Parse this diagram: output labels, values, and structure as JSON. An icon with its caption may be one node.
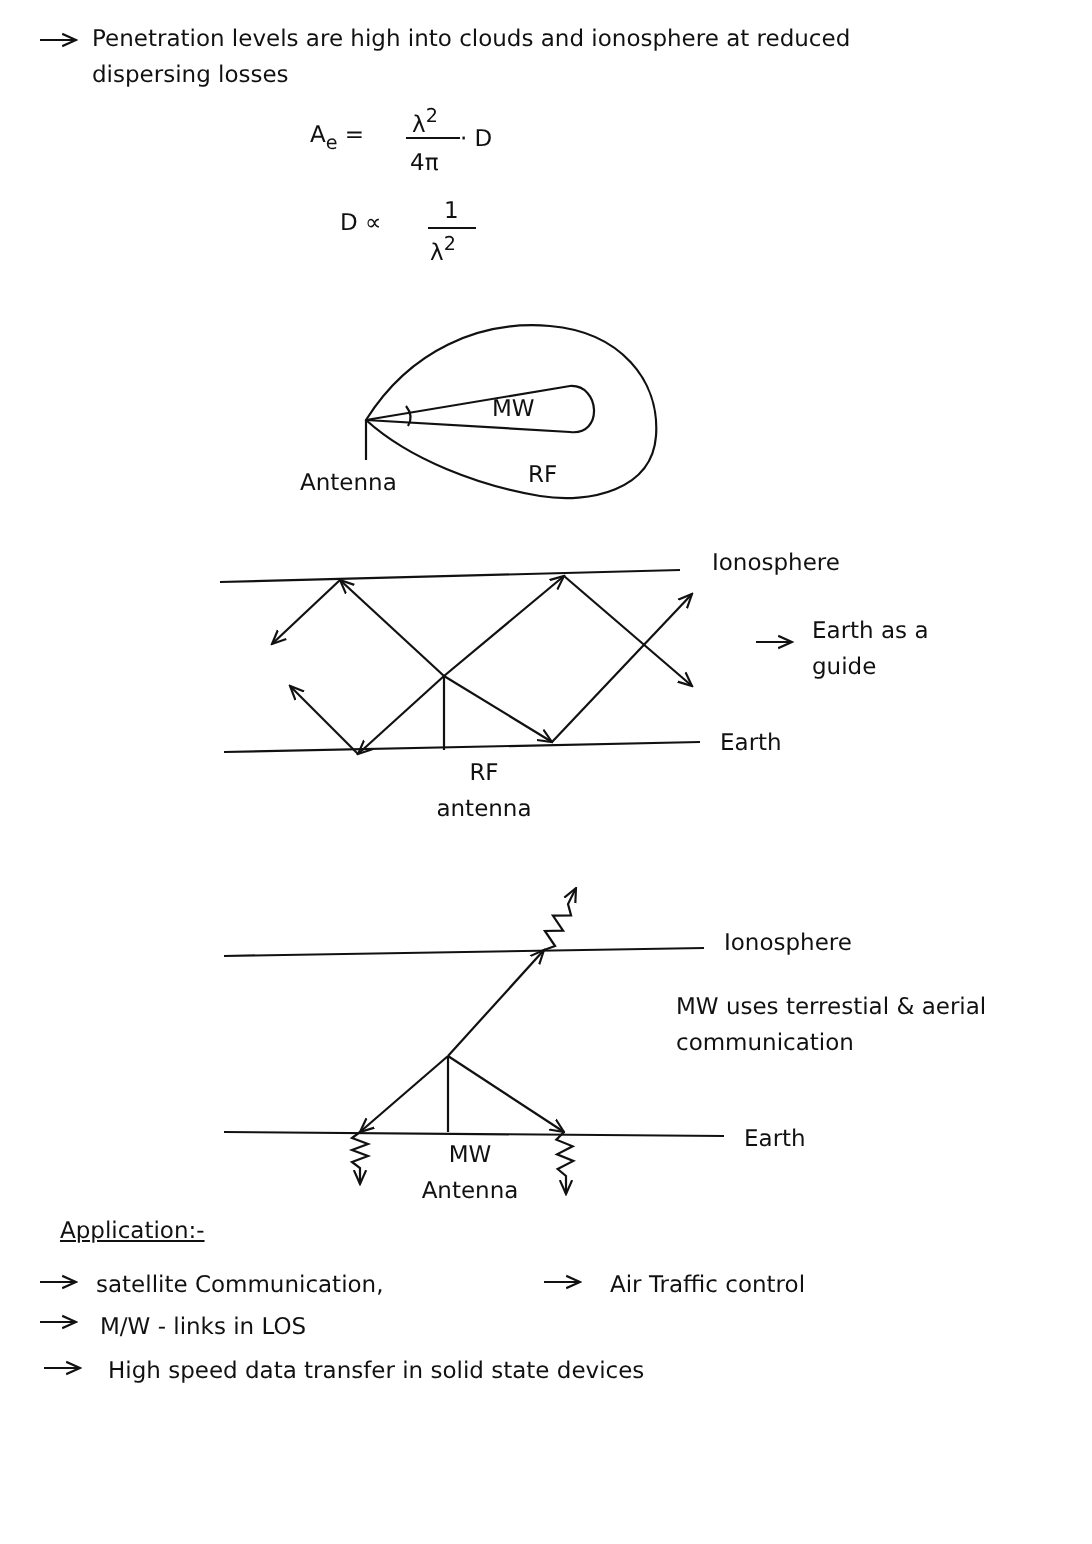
{
  "diagram": {
    "labels": [
      "Penetration levels are high into clouds and ionosphere at reduced dispersing losses",
      "A$_{e}$ =",
      "λ$^{2}$",
      "4π",
      "· D",
      "D ∝",
      "1",
      "λ$^{2}$",
      "MW",
      "Antenna",
      "RF",
      "Ionosphere",
      "Earth as a guide",
      "Earth",
      "RF antenna",
      "Ionosphere",
      "MW uses terrestial & aerial communication",
      "Earth",
      "MW Antenna",
      "Application:-",
      "satellite Communication,",
      "Air Traffic control",
      "M/W - links in LOS",
      "High speed data transfer in solid state devices"
    ]
  }
}
